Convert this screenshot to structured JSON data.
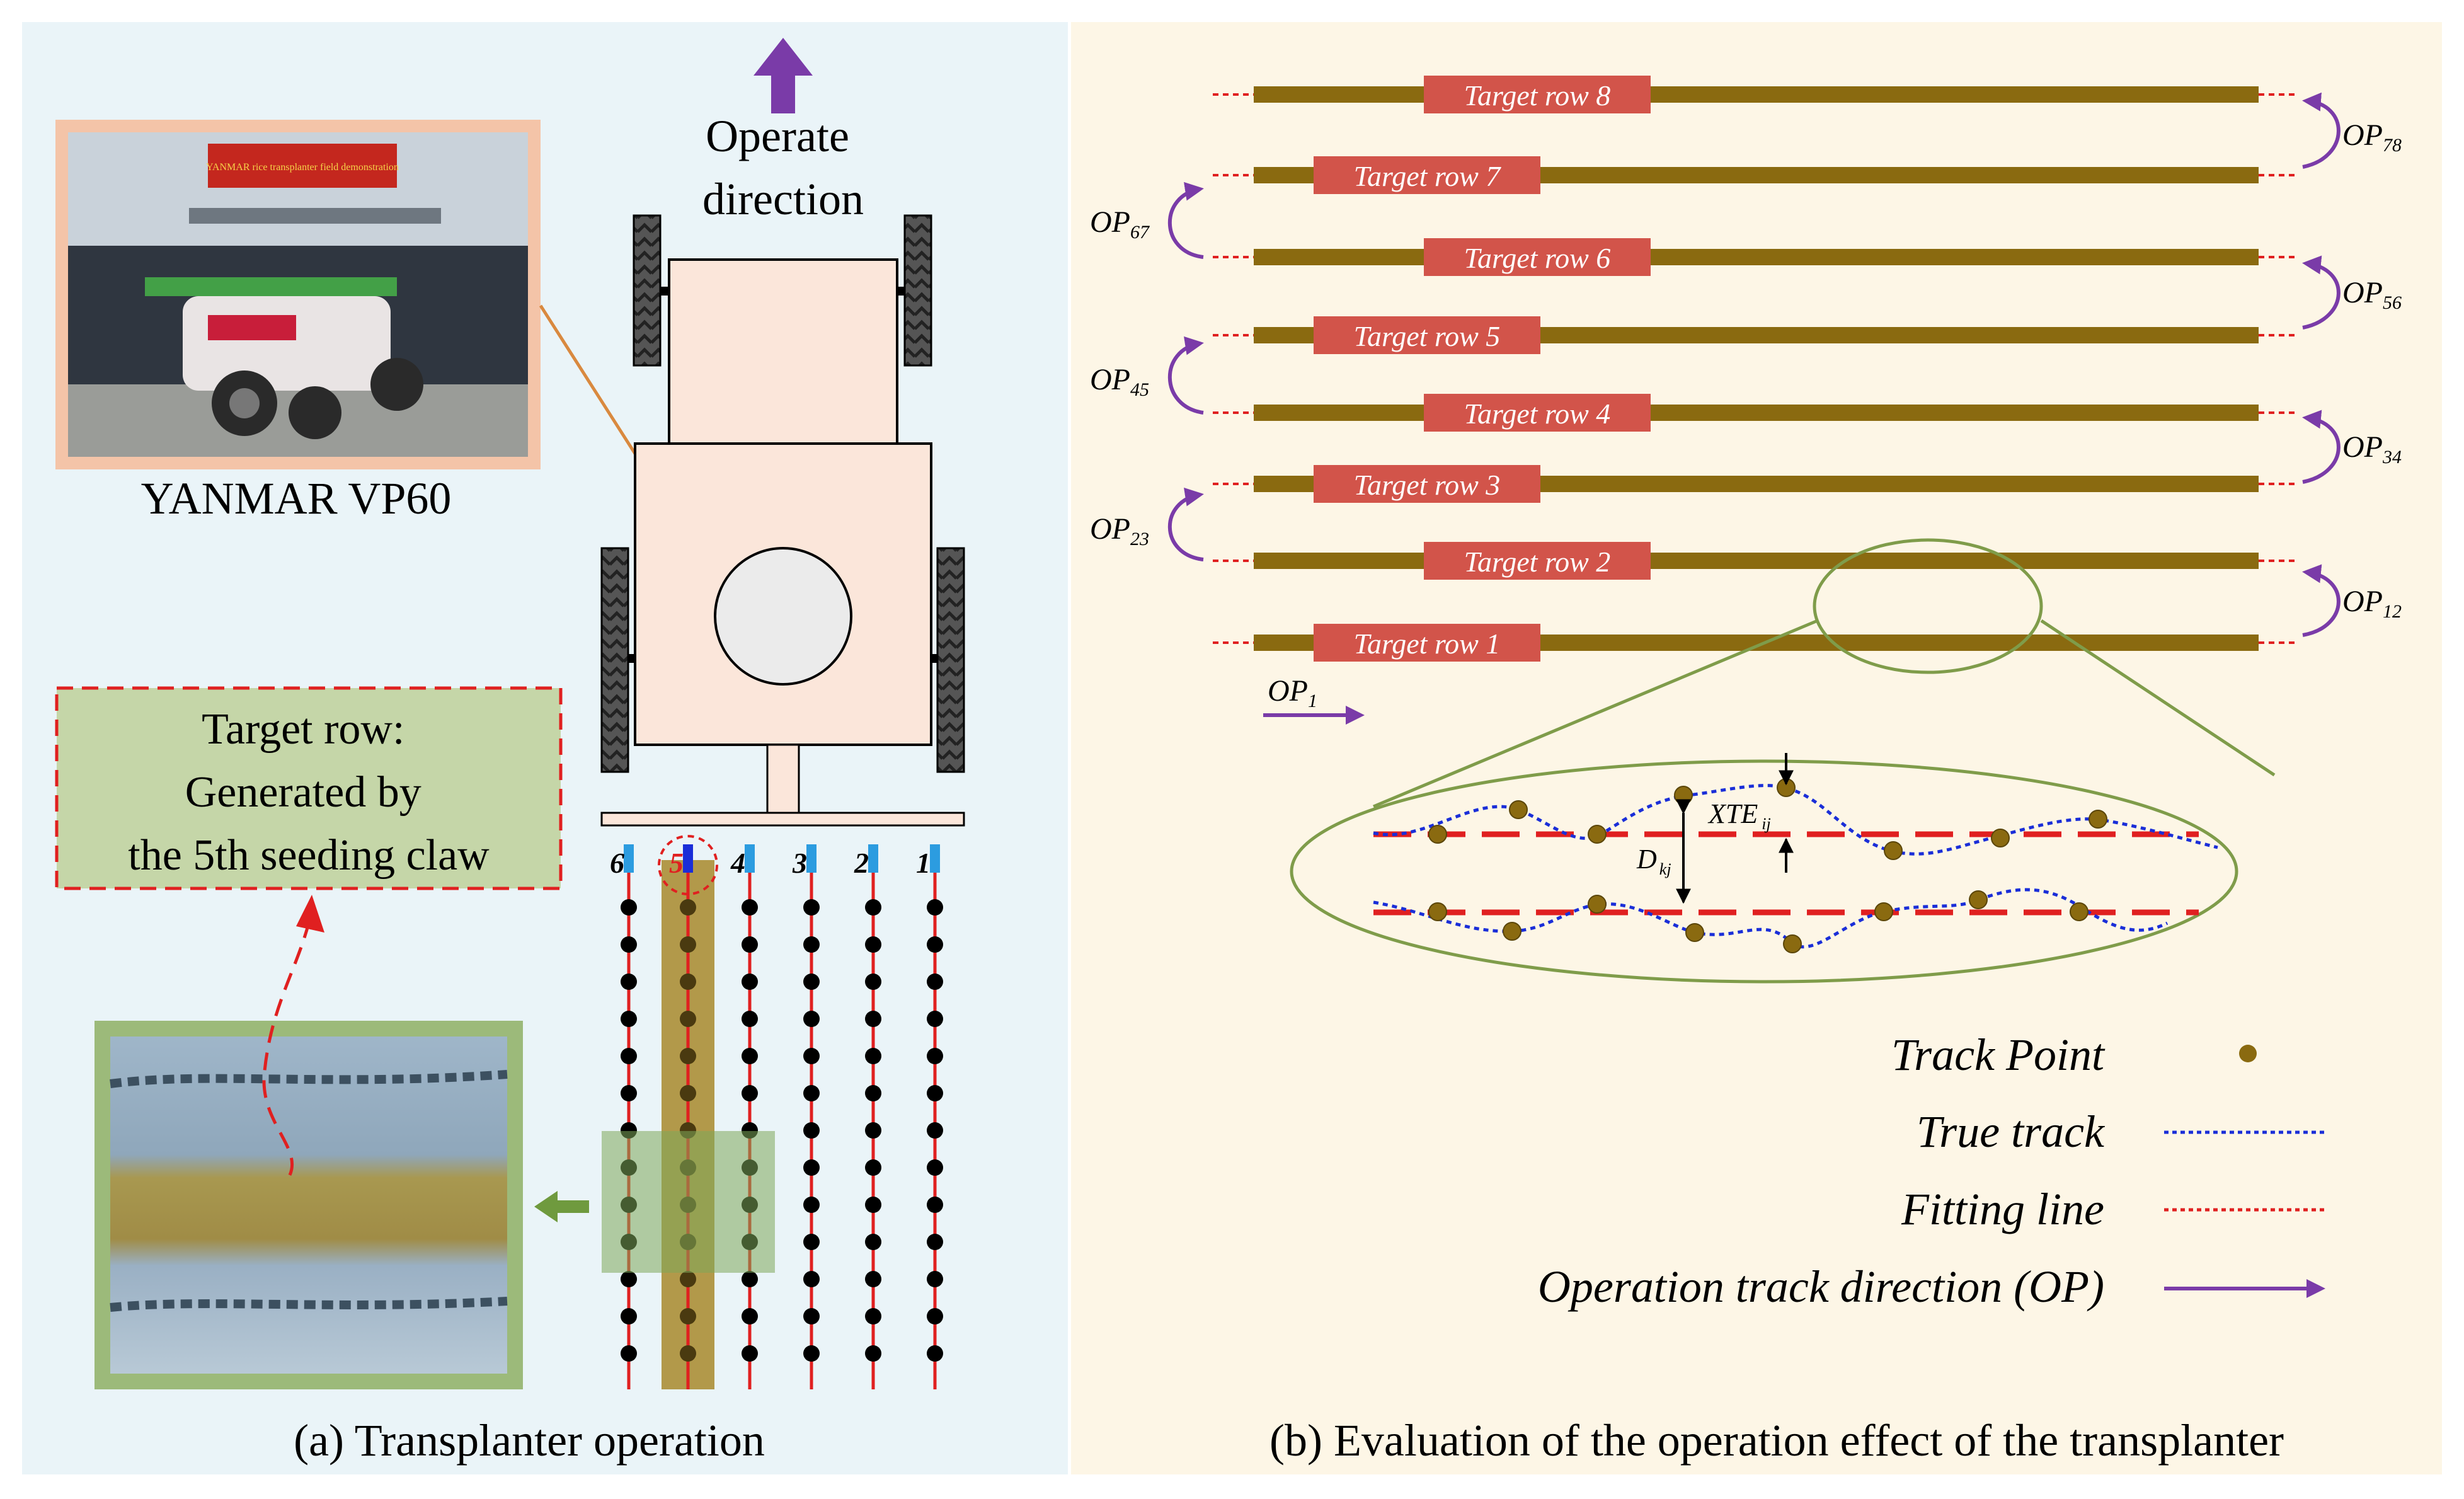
{
  "panel_a": {
    "caption": "(a) Transplanter operation",
    "operate_direction": [
      "Operate",
      "direction"
    ],
    "machine_label": "YANMAR VP60",
    "target_callout": [
      "Target row:",
      "Generated by",
      "the 5th seeding claw"
    ],
    "claw_numbers": [
      "6",
      "5",
      "4",
      "3",
      "2",
      "1"
    ],
    "photo_banner_text": "YANMAR rice transplanter field demonstration"
  },
  "panel_b": {
    "caption": "(b) Evaluation of the operation effect of the transplanter",
    "target_rows": [
      "Target row 8",
      "Target row 7",
      "Target row 6",
      "Target row 5",
      "Target row 4",
      "Target row 3",
      "Target row 2",
      "Target row 1"
    ],
    "op_labels": {
      "op78": {
        "base": "OP",
        "sub": "78"
      },
      "op67": {
        "base": "OP",
        "sub": "67"
      },
      "op56": {
        "base": "OP",
        "sub": "56"
      },
      "op45": {
        "base": "OP",
        "sub": "45"
      },
      "op34": {
        "base": "OP",
        "sub": "34"
      },
      "op23": {
        "base": "OP",
        "sub": "23"
      },
      "op12": {
        "base": "OP",
        "sub": "12"
      },
      "op1": {
        "base": "OP",
        "sub": "1"
      }
    },
    "xte": {
      "base": "XTE",
      "sub": "ij"
    },
    "dkj": {
      "base": "D",
      "sub": "kj"
    },
    "legend": [
      {
        "label": "Track Point",
        "icon": "brown-dot-icon"
      },
      {
        "label": "True track",
        "icon": "blue-dotted-line-icon"
      },
      {
        "label": "Fitting line",
        "icon": "red-dotted-line-icon"
      },
      {
        "label": "Operation track direction (OP)",
        "icon": "purple-arrow-icon"
      }
    ]
  },
  "colors": {
    "panel_a_bg": "#eaf4f8",
    "panel_b_bg": "#fdf6e6",
    "row_bar": "#8a6a10",
    "row_label_bg": "#d2544a",
    "purple": "#7a3ba8",
    "ellipse": "#7f9c4a",
    "track_point": "#8a6a10",
    "true_track": "#1a2ed8",
    "fitting_line": "#e02020",
    "callout_bg": "#c5d6a8",
    "machine_body": "#fbe6da"
  }
}
